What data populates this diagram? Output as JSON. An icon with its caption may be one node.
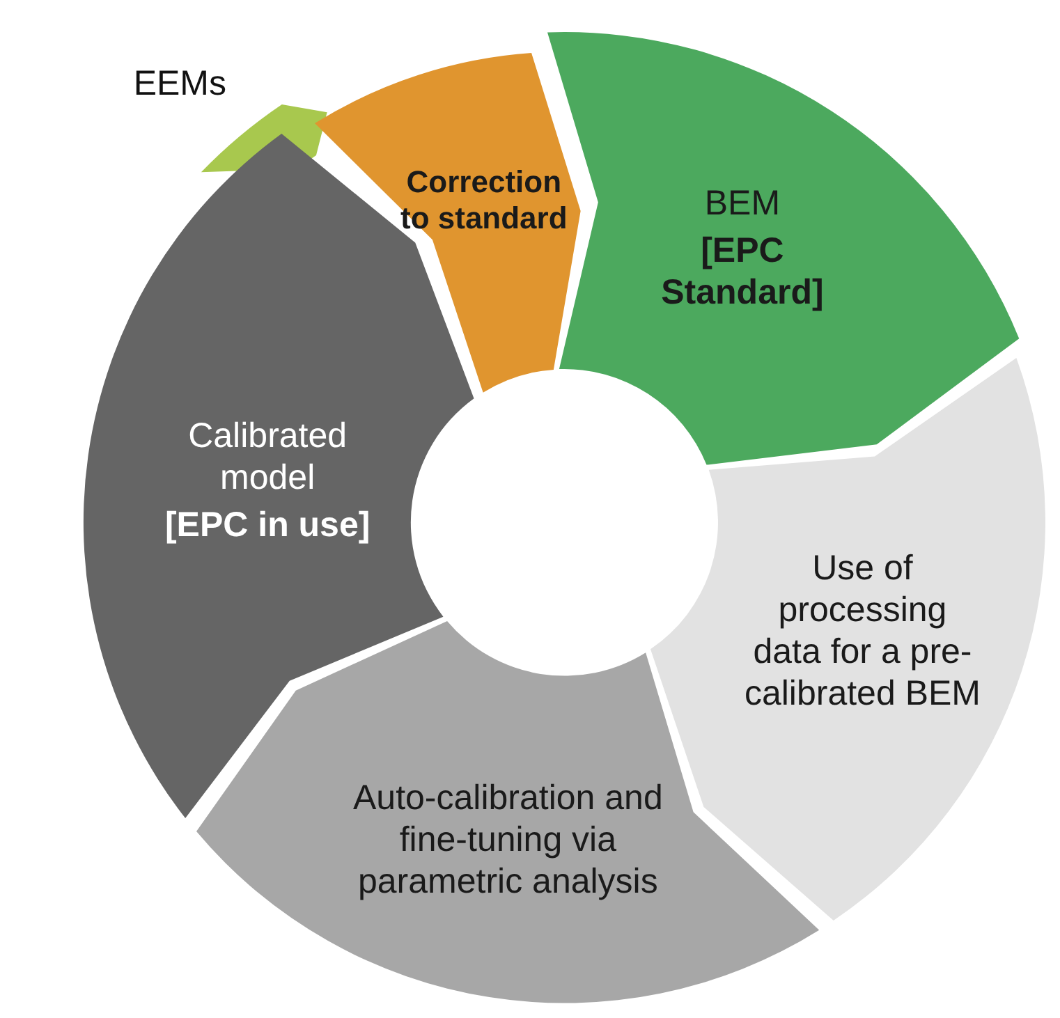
{
  "diagram": {
    "nodes": [
      {
        "text": [
          "EEMs"
        ]
      },
      {
        "text": [
          "Correction to standard"
        ]
      },
      {
        "text": [
          "BEM",
          "[EPC Standard]"
        ]
      },
      {
        "text": [
          "Calibrated model",
          "[EPC in use]"
        ]
      },
      {
        "text": [
          "Use of processing data for a pre-calibrated BEM"
        ]
      },
      {
        "text": [
          "Auto-calibration and fine-tuning via parametric analysis"
        ]
      }
    ]
  }
}
